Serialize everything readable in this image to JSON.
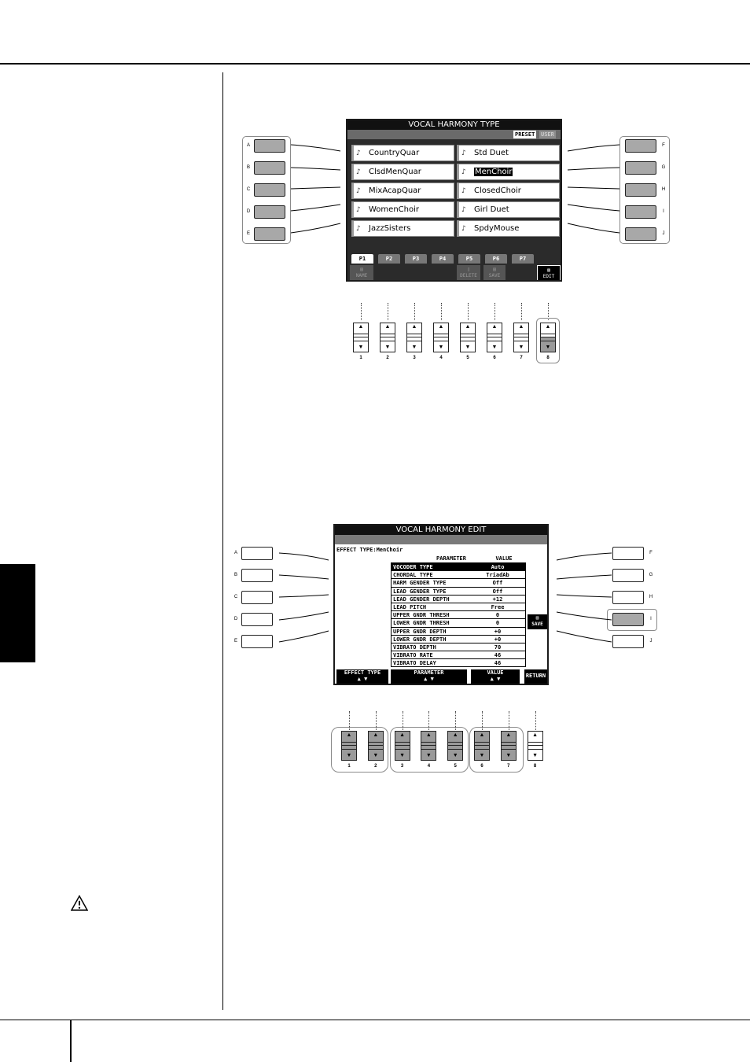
{
  "voice_screen": {
    "title": "VOCAL HARMONY TYPE",
    "tabs": [
      "PRESET",
      "USER"
    ],
    "voices_left": [
      "CountryQuar",
      "ClsdMenQuar",
      "MixAcapQuar",
      "WomenChoir",
      "JazzSisters"
    ],
    "voices_right": [
      "Std Duet",
      "MenChoir",
      "ClosedChoir",
      "Girl Duet",
      "SpdyMouse"
    ],
    "selected_voice": "MenChoir",
    "page_tabs": [
      "P1",
      "P2",
      "P3",
      "P4",
      "P5",
      "P6",
      "P7"
    ],
    "active_page": "P1",
    "function_bar": [
      "NAME",
      "DELETE",
      "SAVE",
      "EDIT"
    ]
  },
  "left_buttons": [
    "A",
    "B",
    "C",
    "D",
    "E"
  ],
  "right_buttons": [
    "F",
    "G",
    "H",
    "I",
    "J"
  ],
  "number_buttons": [
    "1",
    "2",
    "3",
    "4",
    "5",
    "6",
    "7",
    "8"
  ],
  "edit_screen": {
    "title": "VOCAL HARMONY EDIT",
    "effect_type_label": "EFFECT TYPE:MenChoir",
    "col_parameter": "PARAMETER",
    "col_value": "VALUE",
    "rows": [
      {
        "name": "VOCODER TYPE",
        "value": "Auto"
      },
      {
        "name": "CHORDAL TYPE",
        "value": "TriadAb"
      },
      {
        "name": "HARM GENDER TYPE",
        "value": "Off"
      },
      {
        "name": "LEAD GENDER TYPE",
        "value": "Off"
      },
      {
        "name": "LEAD GENDER DEPTH",
        "value": "+12"
      },
      {
        "name": "LEAD PITCH",
        "value": "Free"
      },
      {
        "name": "UPPER GNDR THRESH",
        "value": "0"
      },
      {
        "name": "LOWER GNDR THRESH",
        "value": "0"
      },
      {
        "name": "UPPER GNDR DEPTH",
        "value": "+0"
      },
      {
        "name": "LOWER GNDR DEPTH",
        "value": "+0"
      },
      {
        "name": "VIBRATO DEPTH",
        "value": "70"
      },
      {
        "name": "VIBRATO RATE",
        "value": "46"
      },
      {
        "name": "VIBRATO DELAY",
        "value": "46"
      }
    ],
    "save_label": "SAVE",
    "bottom_bar": [
      "EFFECT TYPE",
      "PARAMETER",
      "VALUE",
      "RETURN"
    ]
  }
}
